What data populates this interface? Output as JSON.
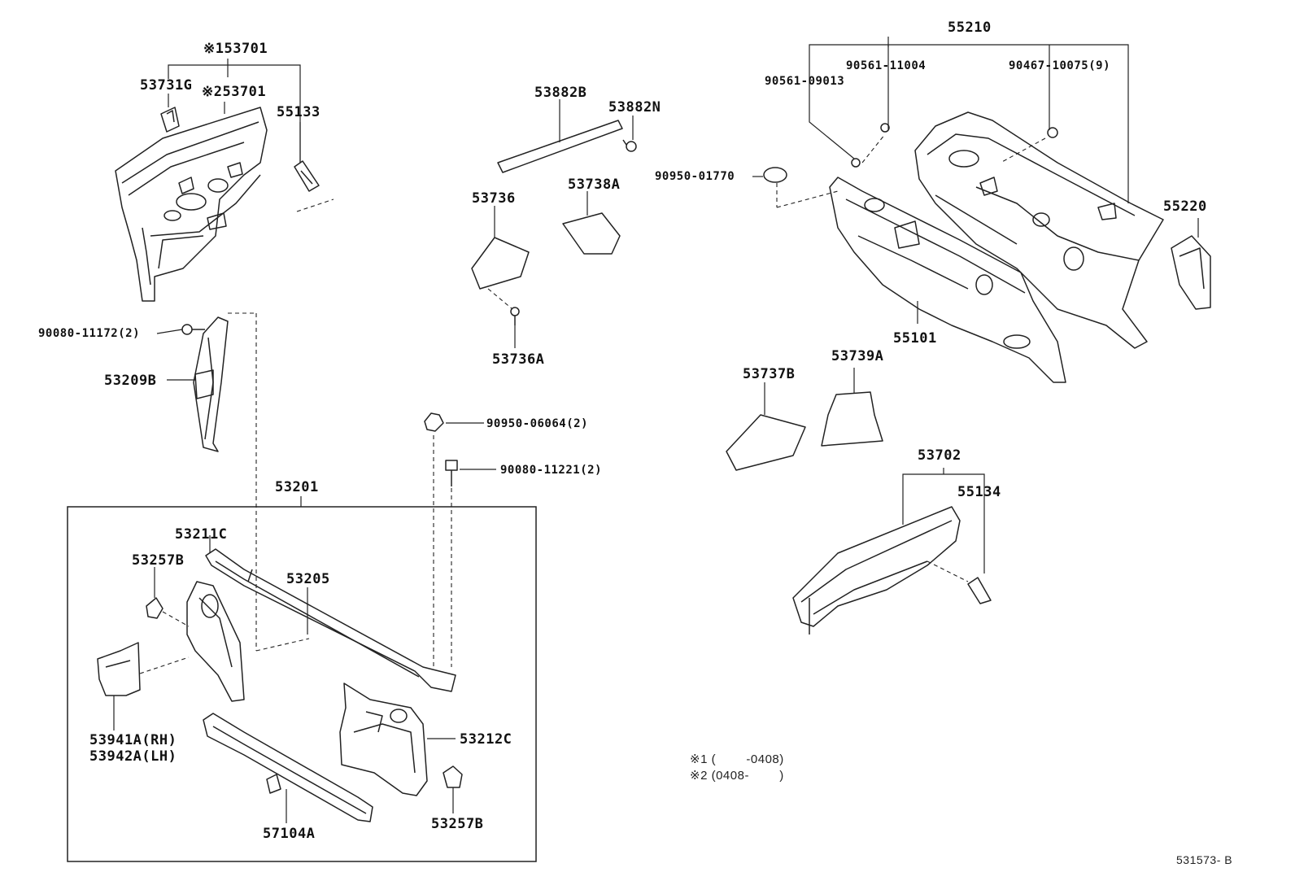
{
  "labels": {
    "l_53701_1": "※153701",
    "l_53701_2": "※253701",
    "l_53731G": "53731G",
    "l_55133": "55133",
    "l_90080_11172": "90080-11172(2)",
    "l_53209B": "53209B",
    "l_53882B": "53882B",
    "l_53882N": "53882N",
    "l_53738A": "53738A",
    "l_53736": "53736",
    "l_53736A": "53736A",
    "l_90950_06064": "90950-06064(2)",
    "l_90080_11221": "90080-11221(2)",
    "l_53201": "53201",
    "l_53211C": "53211C",
    "l_53257B_a": "53257B",
    "l_53205": "53205",
    "l_53941A": "53941A(RH)",
    "l_53942A": "53942A(LH)",
    "l_53212C": "53212C",
    "l_57104A": "57104A",
    "l_53257B_b": "53257B",
    "l_55210": "55210",
    "l_90561_11004": "90561-11004",
    "l_90467_10075": "90467-10075(9)",
    "l_90561_09013": "90561-09013",
    "l_90950_01770": "90950-01770",
    "l_55220": "55220",
    "l_55101": "55101",
    "l_53737B": "53737B",
    "l_53739A": "53739A",
    "l_53702": "53702",
    "l_55134": "55134"
  },
  "notes": {
    "n1": "※1 (        -0408)",
    "n2": "※2 (0408-        )"
  },
  "reference": "531573- B"
}
